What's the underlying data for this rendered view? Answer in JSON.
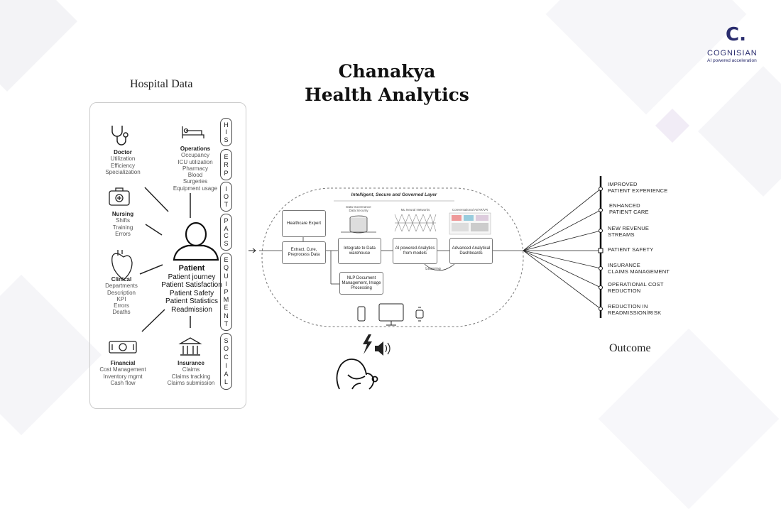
{
  "title_line1": "Chanakya",
  "title_line2": "Health Analytics",
  "hospital_label": "Hospital Data",
  "outcome_label": "Outcome",
  "logo": {
    "brand": "COGNISIAN",
    "tagline": "AI powered acceleration",
    "mark": "C."
  },
  "categories": {
    "doctor": {
      "title": "Doctor",
      "items": [
        "Utilization",
        "Efficiency",
        "Specialization"
      ]
    },
    "operations": {
      "title": "Operations",
      "items": [
        "Occupancy",
        "ICU utilization",
        "Pharmacy",
        "Blood",
        "Surgeries",
        "Equipment usage"
      ]
    },
    "nursing": {
      "title": "Nursing",
      "items": [
        "Shifts",
        "Training",
        "Errors"
      ]
    },
    "clinical": {
      "title": "Clinical",
      "items": [
        "Departments",
        "Description",
        "KPI",
        "Errors",
        "Deaths"
      ]
    },
    "financial": {
      "title": "Financial",
      "items": [
        "Cost Management",
        "Inventory mgmt",
        "Cash flow"
      ]
    },
    "insurance": {
      "title": "Insurance",
      "items": [
        "Claims",
        "Claims tracking",
        "Claims submission"
      ]
    }
  },
  "patient": {
    "title": "Patient",
    "items": [
      "Patient journey",
      "Patient Satisfaction",
      "Patient Safety",
      "Patient Statistics",
      "Readmission"
    ]
  },
  "sources": [
    "HIS",
    "ERP",
    "IOT",
    "PACS",
    "EQUIPMENT",
    "SOCIAL"
  ],
  "layer": {
    "header": "Intelligent, Secure and Governed Layer",
    "healthcare_expert": "Healthcare Expert",
    "data_governance": "Data Governance Data Security",
    "ml_label": "ML Neural Networks",
    "conv_label": "Conversational AI/AR/VR",
    "extract": "Extract, Cure, Preprocess Data",
    "integrate": "Integrate to Data warehouse",
    "ai_powered": "AI powered Analytics from models",
    "dashboards": "Advanced Analytical Dashboards",
    "nlp": "NLP Document Management, Image Processing",
    "learning": "Learning"
  },
  "outcomes": [
    [
      "IMPROVED",
      "PATIENT EXPERIENCE"
    ],
    [
      "ENHANCED",
      "PATIENT CARE"
    ],
    [
      "NEW REVENUE",
      "STREAMS"
    ],
    [
      "PATIENT SAFETY"
    ],
    [
      "INSURANCE",
      "CLAIMS MANAGEMENT"
    ],
    [
      "OPERATIONAL COST",
      "REDUCTION"
    ],
    [
      "REDUCTION IN",
      "READMISSION/RISK"
    ]
  ],
  "colors": {
    "brand": "#2a2d6e",
    "line": "#333333",
    "panel_border": "#cccccc",
    "bg_shape": "#f3f3f6"
  }
}
